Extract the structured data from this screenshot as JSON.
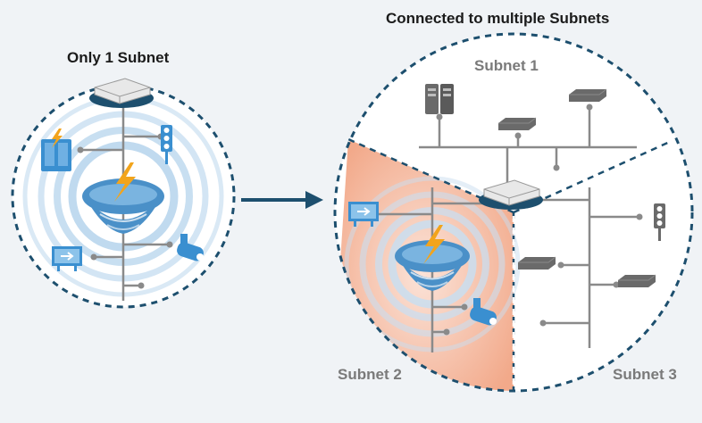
{
  "labels": {
    "left_title": "Only 1 Subnet",
    "right_title": "Connected to multiple Subnets",
    "subnet_1": "Subnet 1",
    "subnet_2": "Subnet 2",
    "subnet_3": "Subnet 3"
  },
  "colors": {
    "background": "#f0f3f6",
    "boundary": "#1d4f6e",
    "wire": "#8a8a8a",
    "ripple": "#a9cce8",
    "storm": "#4a90c8",
    "bolt": "#f2a41c",
    "subnet_2_fill": "#f2a98a",
    "device_grey": "#6a6a6a",
    "device_blue": "#3a8fd0",
    "arrow": "#1d4f6e"
  },
  "icons": {
    "router": "router-icon",
    "broadcast_storm": "broadcast-storm-icon",
    "power_panel": "power-panel-icon",
    "traffic_light": "traffic-light-icon",
    "camera": "camera-icon",
    "sign_board": "sign-board-icon",
    "server": "server-icon",
    "switch": "switch-icon"
  }
}
